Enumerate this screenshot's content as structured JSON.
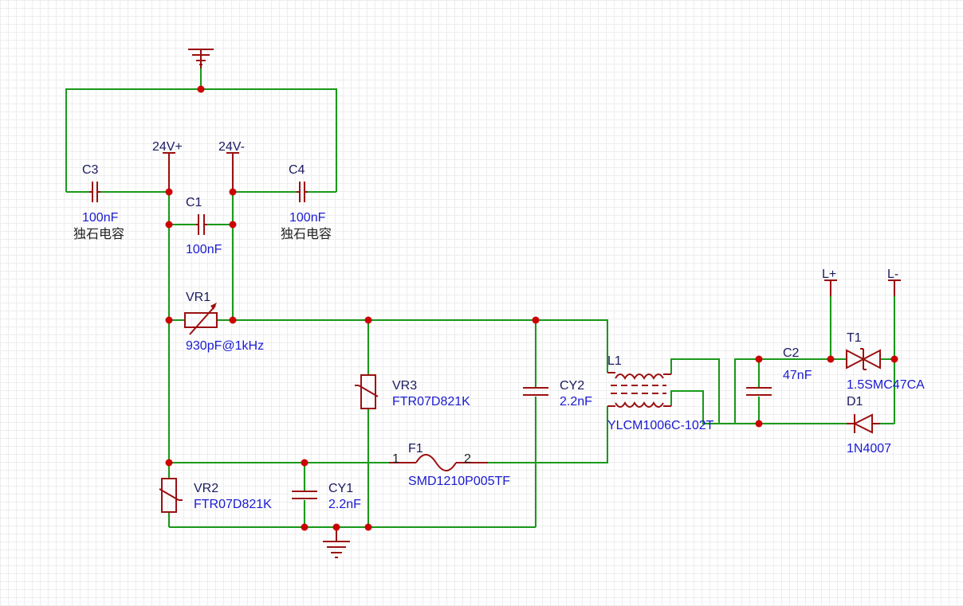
{
  "components": {
    "c3": {
      "ref": "C3",
      "value": "100nF",
      "desc": "独石电容"
    },
    "c4": {
      "ref": "C4",
      "value": "100nF",
      "desc": "独石电容"
    },
    "c1": {
      "ref": "C1",
      "value": "100nF"
    },
    "vr1": {
      "ref": "VR1",
      "value": "930pF@1kHz"
    },
    "vr2": {
      "ref": "VR2",
      "value": "FTR07D821K"
    },
    "vr3": {
      "ref": "VR3",
      "value": "FTR07D821K"
    },
    "cy1": {
      "ref": "CY1",
      "value": "2.2nF"
    },
    "cy2": {
      "ref": "CY2",
      "value": "2.2nF"
    },
    "f1": {
      "ref": "F1",
      "value": "SMD1210P005TF",
      "pin1": "1",
      "pin2": "2"
    },
    "l1": {
      "ref": "L1",
      "value": "YLCM1006C-102T"
    },
    "c2": {
      "ref": "C2",
      "value": "47nF"
    },
    "t1": {
      "ref": "T1",
      "value": "1.5SMC47CA"
    },
    "d1": {
      "ref": "D1",
      "value": "1N4007"
    }
  },
  "ports": {
    "p24vp": "24V+",
    "p24vm": "24V-",
    "lp": "L+",
    "lm": "L-"
  },
  "colors": {
    "wire": "#1a9a1a",
    "component": "#9b1010",
    "junction": "#cc0000",
    "label": "#1a1ad0"
  }
}
